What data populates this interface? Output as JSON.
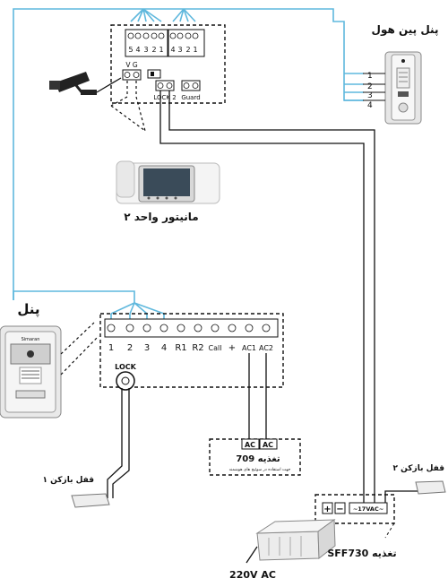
{
  "monitor_top": {
    "terminals": [
      "5",
      "4",
      "3",
      "2",
      "1",
      "4",
      "3",
      "2",
      "1"
    ],
    "vg_label": "V G",
    "lock_label": "LOCK 2",
    "guard_label": "Guard"
  },
  "monitor_unit": {
    "caption": "مانیتور واحد ۲"
  },
  "panel_top": {
    "title": "پنل پین هول",
    "pins": [
      "1",
      "2",
      "3",
      "4"
    ]
  },
  "panel_bottom": {
    "title": "پنل",
    "brand": "Simaran"
  },
  "main_block": {
    "labels": [
      "1",
      "2",
      "3",
      "4",
      "R1",
      "R2",
      "Call",
      "+",
      "AC1",
      "AC2"
    ]
  },
  "lock1": {
    "label": "LOCK",
    "caption": "قفل بازکن ۱"
  },
  "lock2": {
    "caption": "قفل بازکن ۲"
  },
  "psu709": {
    "ac1": "AC",
    "ac2": "AC",
    "title": "709 تغذیه",
    "note": "جهت استفاده در سوئیچ های هوشمند"
  },
  "psu730": {
    "plus": "+",
    "minus": "−",
    "vac": "~17VAC~",
    "title": "SFF730 تغذیه",
    "input": "220V AC"
  }
}
